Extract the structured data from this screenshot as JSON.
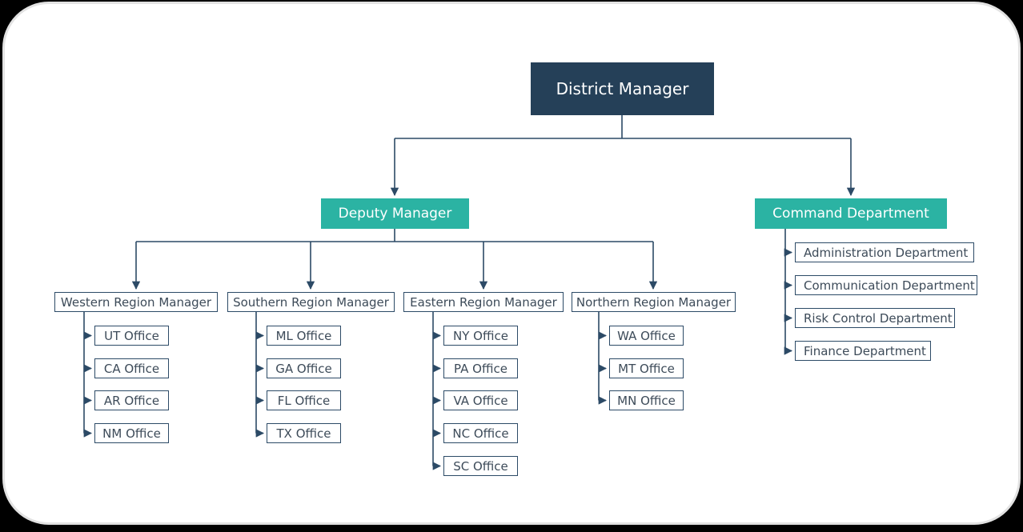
{
  "org": {
    "root": "District Manager",
    "level2": [
      "Deputy Manager",
      "Command Department"
    ],
    "regions": [
      {
        "label": "Western Region Manager",
        "offices": [
          "UT Office",
          "CA Office",
          "AR Office",
          "NM Office"
        ]
      },
      {
        "label": "Southern Region Manager",
        "offices": [
          "ML Office",
          "GA Office",
          "FL Office",
          "TX Office"
        ]
      },
      {
        "label": "Eastern Region Manager",
        "offices": [
          "NY Office",
          "PA Office",
          "VA Office",
          "NC Office",
          "SC Office"
        ]
      },
      {
        "label": "Northern Region Manager",
        "offices": [
          "WA Office",
          "MT Office",
          "MN Office"
        ]
      }
    ],
    "departments": [
      "Administration Department",
      "Communication Department",
      "Risk Control Department",
      "Finance Department"
    ]
  },
  "colors": {
    "root_fill": "#254058",
    "level2_fill": "#2bb3a3",
    "connector": "#2c4a66",
    "outline_border": "#2c4a66",
    "outline_text": "#3d4b59",
    "node_text": "#ffffff",
    "card_bg": "#ffffff",
    "card_border": "#e2e2e2"
  }
}
